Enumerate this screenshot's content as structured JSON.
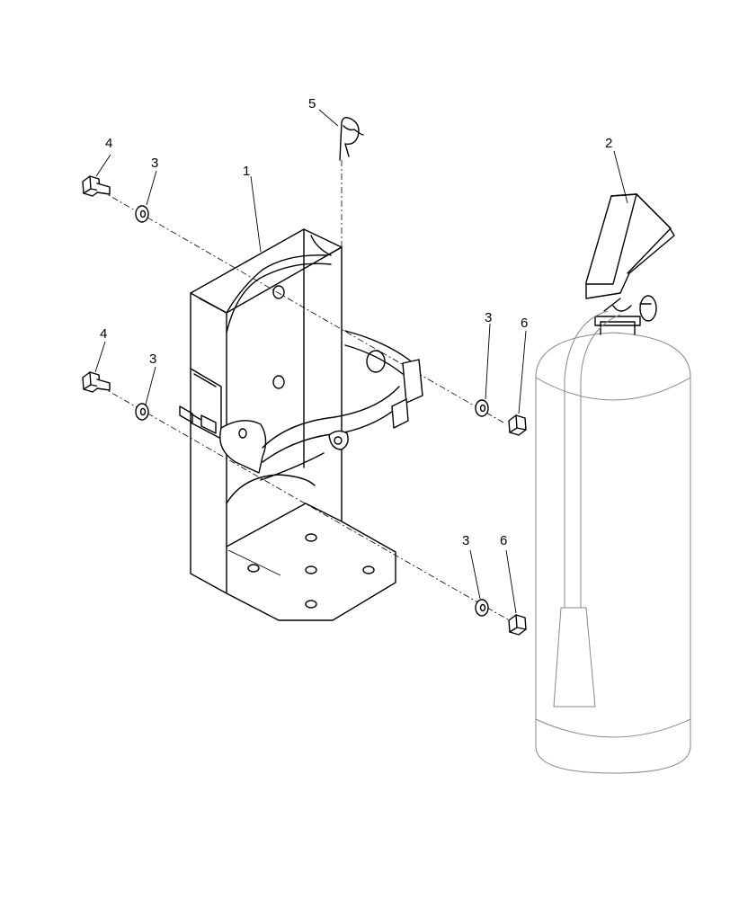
{
  "callouts": {
    "c1": "1",
    "c2": "2",
    "c3a": "3",
    "c3b": "3",
    "c3c": "3",
    "c3d": "3",
    "c4a": "4",
    "c4b": "4",
    "c5": "5",
    "c6a": "6",
    "c6b": "6"
  },
  "colors": {
    "line": "#000000",
    "extinguisher_outline": "#888888",
    "background": "#ffffff"
  }
}
